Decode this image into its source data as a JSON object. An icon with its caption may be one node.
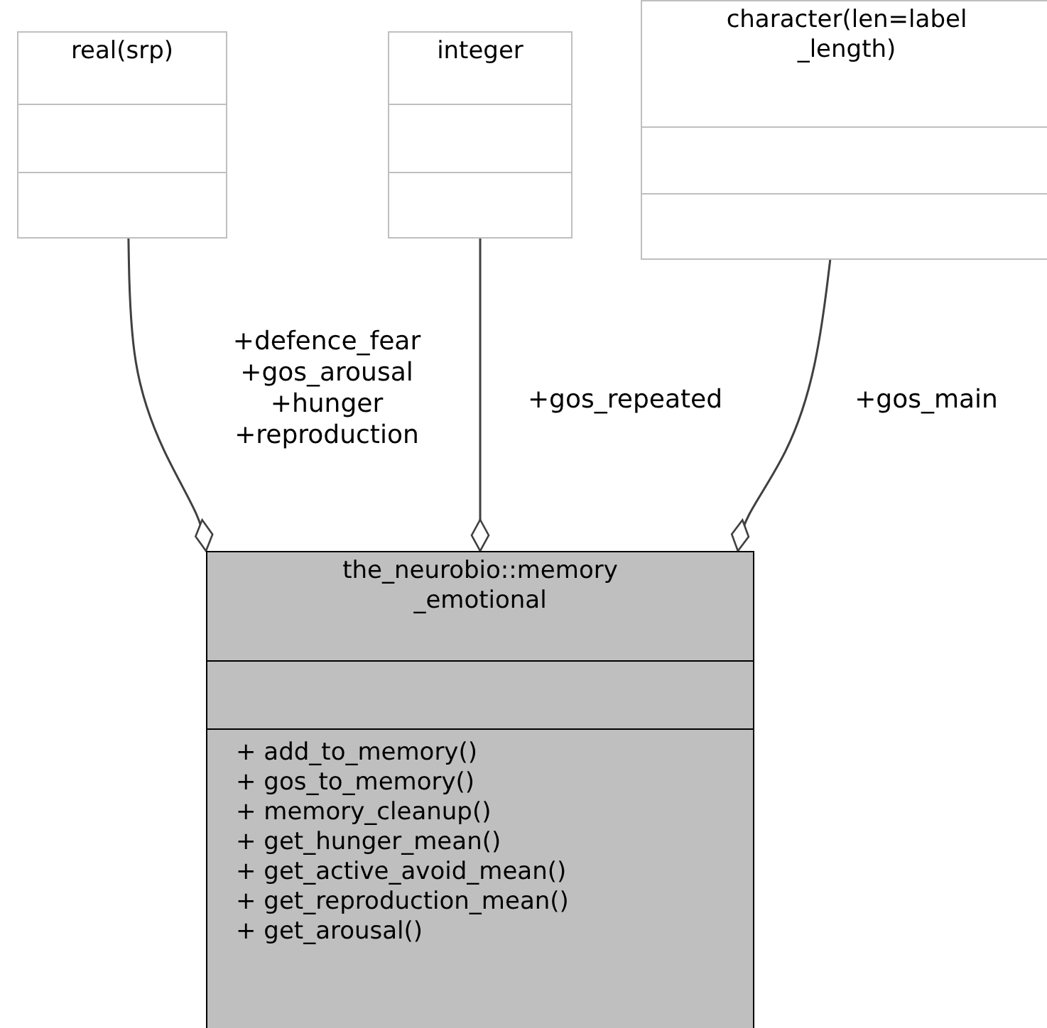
{
  "diagram": {
    "nodes": [
      {
        "text": [
          "real(srp)"
        ]
      },
      {
        "text": [
          "integer"
        ]
      },
      {
        "text": [
          "character(len=label _length)"
        ]
      },
      {
        "text": [
          "the_neurobio::memory _emotional",
          "+ add_to_memory()",
          "+ gos_to_memory()",
          "+ memory_cleanup()",
          "+ get_hunger_mean()",
          "+ get_active_avoid_mean()",
          "+ get_reproduction_mean()",
          "+ get_arousal()"
        ]
      }
    ],
    "edges": [
      {
        "from": 0,
        "to": 3,
        "arrow": "other",
        "label": "+defence_fear +gos_arousal +hunger +reproduction"
      },
      {
        "from": 1,
        "to": 3,
        "arrow": "other",
        "label": "+gos_repeated"
      },
      {
        "from": 2,
        "to": 3,
        "arrow": "other",
        "label": "+gos_main"
      }
    ]
  }
}
